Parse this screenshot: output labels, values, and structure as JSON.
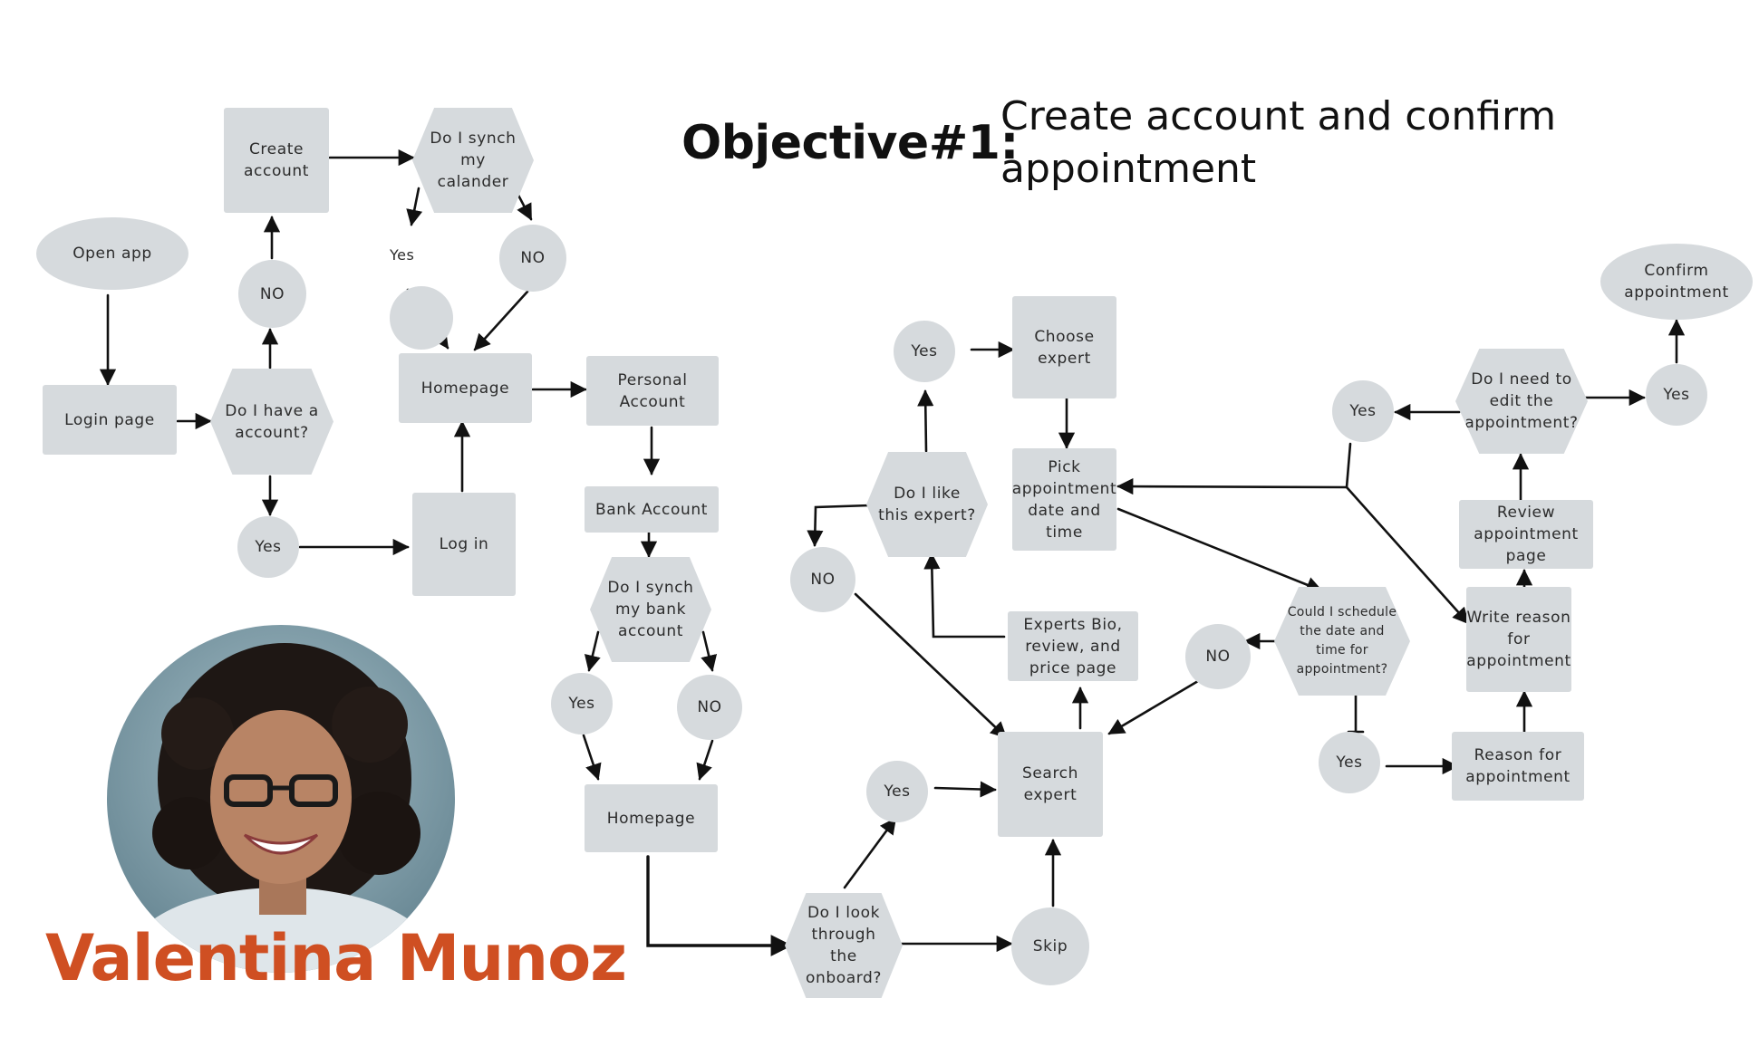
{
  "title": {
    "objective": "Objective#1:",
    "description": "Create account and confirm appointment"
  },
  "persona": {
    "name": "Valentina Munoz"
  },
  "colors": {
    "node_fill": "#d6dadd",
    "arrow": "#111111",
    "name_accent": "#cf4f22"
  },
  "nodes": {
    "open_app": "Open app",
    "login_page": "Login page",
    "have_account_q": "Do I have a account?",
    "no_account": "NO",
    "create_account": "Create account",
    "yes_account": "Yes",
    "log_in": "Log in",
    "synch_calendar_q": "Do I synch my calander",
    "calendar_yes": "Yes",
    "calendar_no": "NO",
    "homepage_1": "Homepage",
    "personal_account": "Personal Account",
    "bank_account": "Bank Account",
    "synch_bank_q": "Do I synch my bank account",
    "bank_yes": "Yes",
    "bank_no": "NO",
    "homepage_2": "Homepage",
    "onboard_q": "Do I look through the onboard?",
    "onboard_yes": "Yes",
    "skip": "Skip",
    "search_expert": "Search expert",
    "experts_bio": "Experts Bio, review, and price page",
    "like_expert_q": "Do I like this expert?",
    "like_no": "NO",
    "like_yes": "Yes",
    "choose_expert": "Choose expert",
    "pick_appointment": "Pick appointment date and time",
    "schedule_q": "Could I schedule the date and time for appointment?",
    "schedule_no": "NO",
    "schedule_yes": "Yes",
    "reason": "Reason for appointment",
    "write_reason": "Write reason for appointment",
    "review_page": "Review appointment page",
    "edit_q": "Do I need to edit the appointment?",
    "edit_yes": "Yes",
    "no_edit_yes": "Yes",
    "confirm": "Confirm appointment"
  }
}
